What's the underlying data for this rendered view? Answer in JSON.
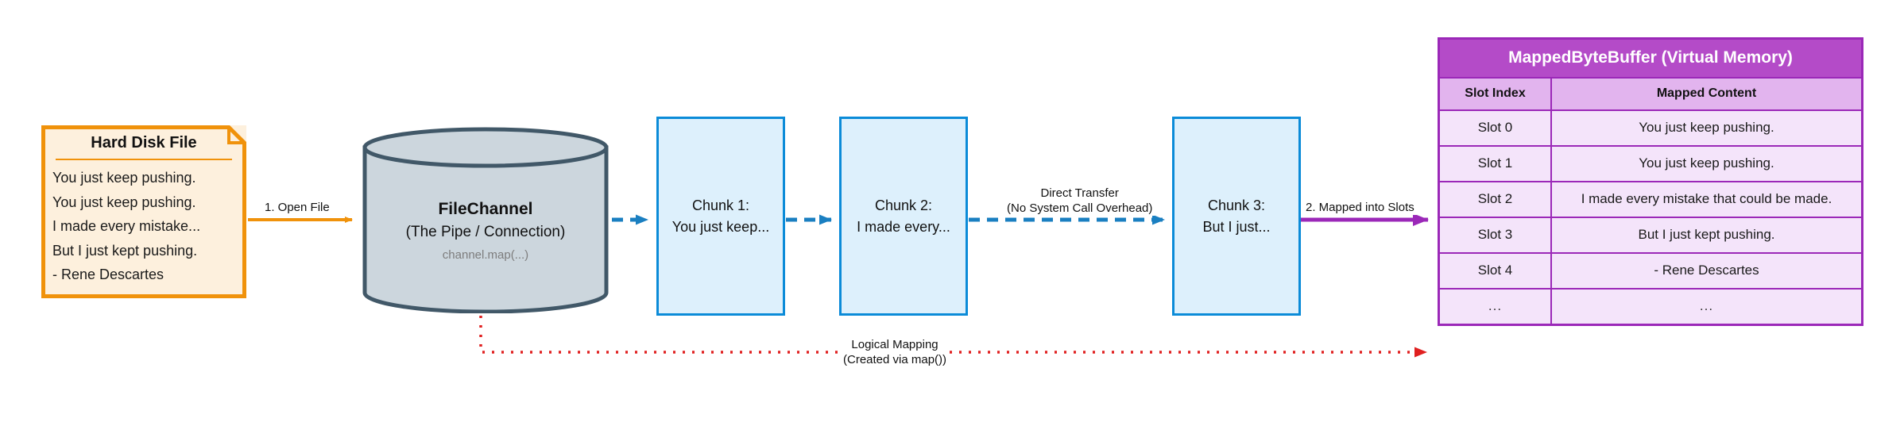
{
  "file_note": {
    "title": "Hard Disk File",
    "lines": [
      "You just keep pushing.",
      "You just keep pushing.",
      "I made every mistake...",
      "But I just kept pushing.",
      " - Rene Descartes"
    ]
  },
  "channel": {
    "title": "FileChannel",
    "subtitle": "(The Pipe / Connection)",
    "code": "channel.map(...)"
  },
  "chunks": [
    {
      "label": "Chunk 1:",
      "content": "You just keep..."
    },
    {
      "label": "Chunk 2:",
      "content": "I made every..."
    },
    {
      "label": "Chunk 3:",
      "content": "But I just..."
    }
  ],
  "edges": {
    "open_file": "1. Open File",
    "direct_transfer_line1": "Direct Transfer",
    "direct_transfer_line2": "(No System Call Overhead)",
    "mapped_into_slots": "2. Mapped into Slots",
    "logical_mapping_line1": "Logical Mapping",
    "logical_mapping_line2": "(Created via map())"
  },
  "buffer_table": {
    "title": "MappedByteBuffer (Virtual Memory)",
    "columns": [
      "Slot Index",
      "Mapped Content"
    ],
    "rows": [
      [
        "Slot 0",
        "You just keep pushing."
      ],
      [
        "Slot 1",
        "You just keep pushing."
      ],
      [
        "Slot 2",
        "I made every mistake that could be made."
      ],
      [
        "Slot 3",
        "But I just kept pushing."
      ],
      [
        "Slot 4",
        "- Rene Descartes"
      ],
      [
        "...",
        "..."
      ]
    ]
  },
  "colors": {
    "note_border": "#f0920b",
    "note_fill": "#fdf0dd",
    "cylinder_stroke": "#415868",
    "cylinder_fill": "#ccd6dd",
    "chunk_border": "#0b8bd8",
    "chunk_fill": "#ddf0fc",
    "table_header": "#b44bc8",
    "table_border": "#9b28b8",
    "arrow_purple": "#9b28b8",
    "arrow_red": "#e02020"
  }
}
